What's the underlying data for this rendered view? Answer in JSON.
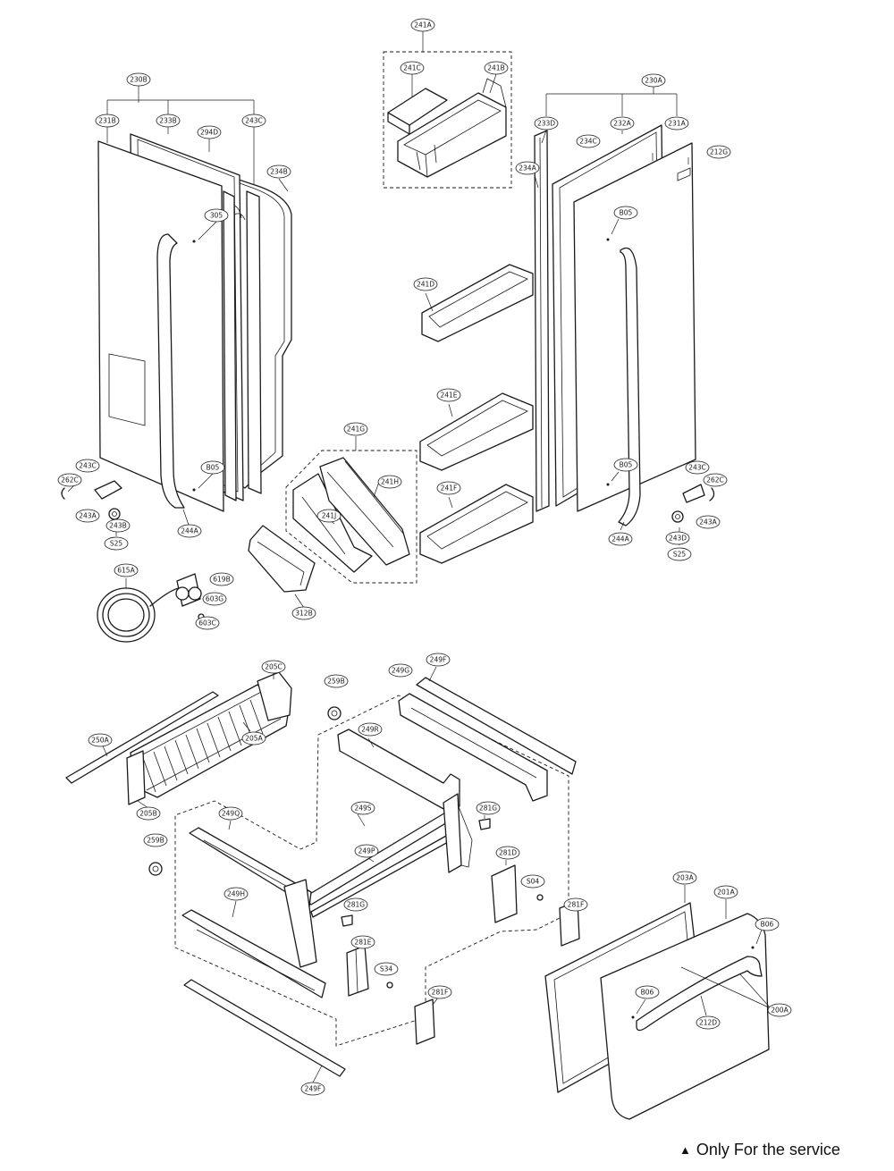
{
  "callouts": [
    {
      "id": "c-241A",
      "label": "241A"
    },
    {
      "id": "c-241C",
      "label": "241C"
    },
    {
      "id": "c-241B",
      "label": "241B"
    },
    {
      "id": "c-230B",
      "label": "230B"
    },
    {
      "id": "c-231B",
      "label": "231B"
    },
    {
      "id": "c-233B",
      "label": "233B"
    },
    {
      "id": "c-294D",
      "label": "294D"
    },
    {
      "id": "c-243C-top",
      "label": "243C"
    },
    {
      "id": "c-234B",
      "label": "234B"
    },
    {
      "id": "c-305",
      "label": "305"
    },
    {
      "id": "c-B05-l1",
      "label": "B05"
    },
    {
      "id": "c-262C-l",
      "label": "262C"
    },
    {
      "id": "c-243C-l",
      "label": "243C"
    },
    {
      "id": "c-243A-l",
      "label": "243A"
    },
    {
      "id": "c-243B",
      "label": "243B"
    },
    {
      "id": "c-S25-l",
      "label": "S25"
    },
    {
      "id": "c-244A-l",
      "label": "244A"
    },
    {
      "id": "c-615A",
      "label": "615A"
    },
    {
      "id": "c-619B",
      "label": "619B"
    },
    {
      "id": "c-603G",
      "label": "603G"
    },
    {
      "id": "c-603C",
      "label": "603C"
    },
    {
      "id": "c-312B",
      "label": "312B"
    },
    {
      "id": "c-241G",
      "label": "241G"
    },
    {
      "id": "c-241H",
      "label": "241H"
    },
    {
      "id": "c-241J",
      "label": "241J"
    },
    {
      "id": "c-241D",
      "label": "241D"
    },
    {
      "id": "c-241E",
      "label": "241E"
    },
    {
      "id": "c-241F",
      "label": "241F"
    },
    {
      "id": "c-230A",
      "label": "230A"
    },
    {
      "id": "c-233D",
      "label": "233D"
    },
    {
      "id": "c-232A",
      "label": "232A"
    },
    {
      "id": "c-231A",
      "label": "231A"
    },
    {
      "id": "c-234C",
      "label": "234C"
    },
    {
      "id": "c-212G",
      "label": "212G"
    },
    {
      "id": "c-234A",
      "label": "234A"
    },
    {
      "id": "c-B05-r1",
      "label": "B05"
    },
    {
      "id": "c-B05-r2",
      "label": "B05"
    },
    {
      "id": "c-243C-r",
      "label": "243C"
    },
    {
      "id": "c-262C-r",
      "label": "262C"
    },
    {
      "id": "c-243A-r",
      "label": "243A"
    },
    {
      "id": "c-243D",
      "label": "243D"
    },
    {
      "id": "c-S25-r",
      "label": "S25"
    },
    {
      "id": "c-244A-r",
      "label": "244A"
    },
    {
      "id": "c-205C",
      "label": "205C"
    },
    {
      "id": "c-259B-top",
      "label": "259B"
    },
    {
      "id": "c-250A",
      "label": "250A"
    },
    {
      "id": "c-205A",
      "label": "205A"
    },
    {
      "id": "c-205B",
      "label": "205B"
    },
    {
      "id": "c-249G",
      "label": "249G"
    },
    {
      "id": "c-249F-top",
      "label": "249F"
    },
    {
      "id": "c-249R",
      "label": "249R"
    },
    {
      "id": "c-249S",
      "label": "249S"
    },
    {
      "id": "c-281G-top",
      "label": "281G"
    },
    {
      "id": "c-249Q",
      "label": "249Q"
    },
    {
      "id": "c-259B-l",
      "label": "259B"
    },
    {
      "id": "c-249P",
      "label": "249P"
    },
    {
      "id": "c-281D",
      "label": "281D"
    },
    {
      "id": "c-S04",
      "label": "S04"
    },
    {
      "id": "c-249H",
      "label": "249H"
    },
    {
      "id": "c-281G-mid",
      "label": "281G"
    },
    {
      "id": "c-281F-r",
      "label": "281F"
    },
    {
      "id": "c-281E",
      "label": "281E"
    },
    {
      "id": "c-S34",
      "label": "S34"
    },
    {
      "id": "c-281F-l",
      "label": "281F"
    },
    {
      "id": "c-249F-bot",
      "label": "249F"
    },
    {
      "id": "c-203A",
      "label": "203A"
    },
    {
      "id": "c-201A",
      "label": "201A"
    },
    {
      "id": "c-B06-1",
      "label": "B06"
    },
    {
      "id": "c-B06-2",
      "label": "B06"
    },
    {
      "id": "c-200A",
      "label": "200A"
    },
    {
      "id": "c-212D",
      "label": "212D"
    }
  ],
  "footnote": {
    "symbol": "▲",
    "text": "Only For the service"
  }
}
